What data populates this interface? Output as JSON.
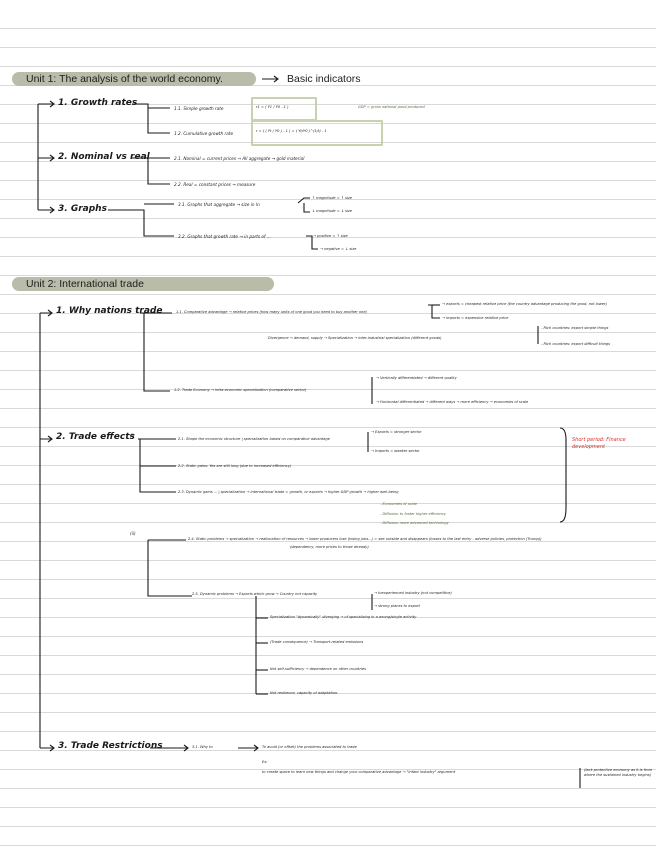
{
  "unit1": {
    "header": "Unit 1: The analysis of the world economy.",
    "subtitle": "Basic indicators",
    "items": [
      {
        "label": "1. Growth rates"
      },
      {
        "label": "2. Nominal vs real"
      },
      {
        "label": "3. Graphs"
      }
    ],
    "sub": {
      "g1": "1.1. Simple growth rate",
      "g2": "1.2. Cumulative growth rate",
      "gnote": "GDP = gross national good produced",
      "f1": "r1 = ( Y1 / Y0 - 1 )",
      "f2": "r = ( ( Yt / Y0 ) - 1 ) = ( Yt/Y0 )^(1/t) - 1",
      "n1": "2.1. Nominal = current prices → All aggregate → gold material",
      "n2": "2.2. Real = constant prices → measure",
      "gr1": "3.1. Graphs that aggregate → size in ln",
      "gr1a": "↑ magnitude = ↑ size",
      "gr1b": "↓ magnitude = ↓ size",
      "gr2": "3.2. Graphs that growth rate → in parts of ...",
      "gr2a": "→ positive = ↑ size",
      "gr2b": "→ negative = ↓ size"
    }
  },
  "unit2": {
    "header": "Unit 2: International trade",
    "items": [
      {
        "label": "1. Why nations trade"
      },
      {
        "label": "2. Trade effects"
      },
      {
        "label": "3. Trade Restrictions"
      }
    ],
    "sub": {
      "w1": "1.1. Comparative advantage → relative prices (how many units of one good you need to buy another one)",
      "w1a": "→ exports = cheapest relative price (the country advantage producing the good, not lower)",
      "w1b": "→ imports = expensive relative price",
      "w2": "Divergence → demand, supply → Specialization → inter-industrial specialization (different goods)",
      "w2a": "- Rich countries: export simple things",
      "w2b": "- Rich countries: export difficult things",
      "w3": "1.2. Trade Economy → intra-economic specialization (comparative sector)",
      "w3a": "→ Vertically differentiated → different quality",
      "w3b": "→ Horizontal differentiated → different ways → more efficiency → economies of scale",
      "t_i": "(i)",
      "t1": "2.1. Shape the economic structure | specialization based on comparative advantage",
      "t1a": "→ Exports = stronger sector",
      "t1b": "→ Imports = weaker sector",
      "t2": "2.2. Static gains: Yes are still long (due to increased efficiency)",
      "t3": "2.3. Dynamic gains ... | specialization → international trade = growth, or exports → higher GDP growth → higher well-being",
      "t3a": "- Economies of scale",
      "t3b": "- Diffusion to foster higher efficiency",
      "t3c": "- Diffusion more advanced technology",
      "red": "Short period: Finance development",
      "t_ii": "(ii)",
      "t4": "2.4. Static problems → specialization → reallocation of resources → lower producers lose (losing jobs...) = see outside and disappears (losses to the last entry - adverse policies, protection (Trump))",
      "t4a": "(dependency, more prices to those already)",
      "t5": "2.5. Dynamic problems → Exports which grow → Country not capacity",
      "t5a": "→ Inexperienced industry (not competitive)",
      "t5b": "→ strong places to export",
      "t6": "Specialization \"dynamically\" diverging → of specializing in a wrong/single activity",
      "t7": "(Trade consequence) → Transport-related emissions",
      "t8": "Not self-sufficiency → dependence on other countries",
      "t9": "Not resilience, capacity of adaptation.",
      "r1": "3.1. Why to",
      "r1a": "To avoid (or offset) the problems associated to trade",
      "r1b": "Ex:",
      "r1c": "to create space to learn new things and change your comparative advantage → \"Infant industry\" argument",
      "r1d": "(lack protective economy as it is from where the sustained industry begins)"
    }
  }
}
